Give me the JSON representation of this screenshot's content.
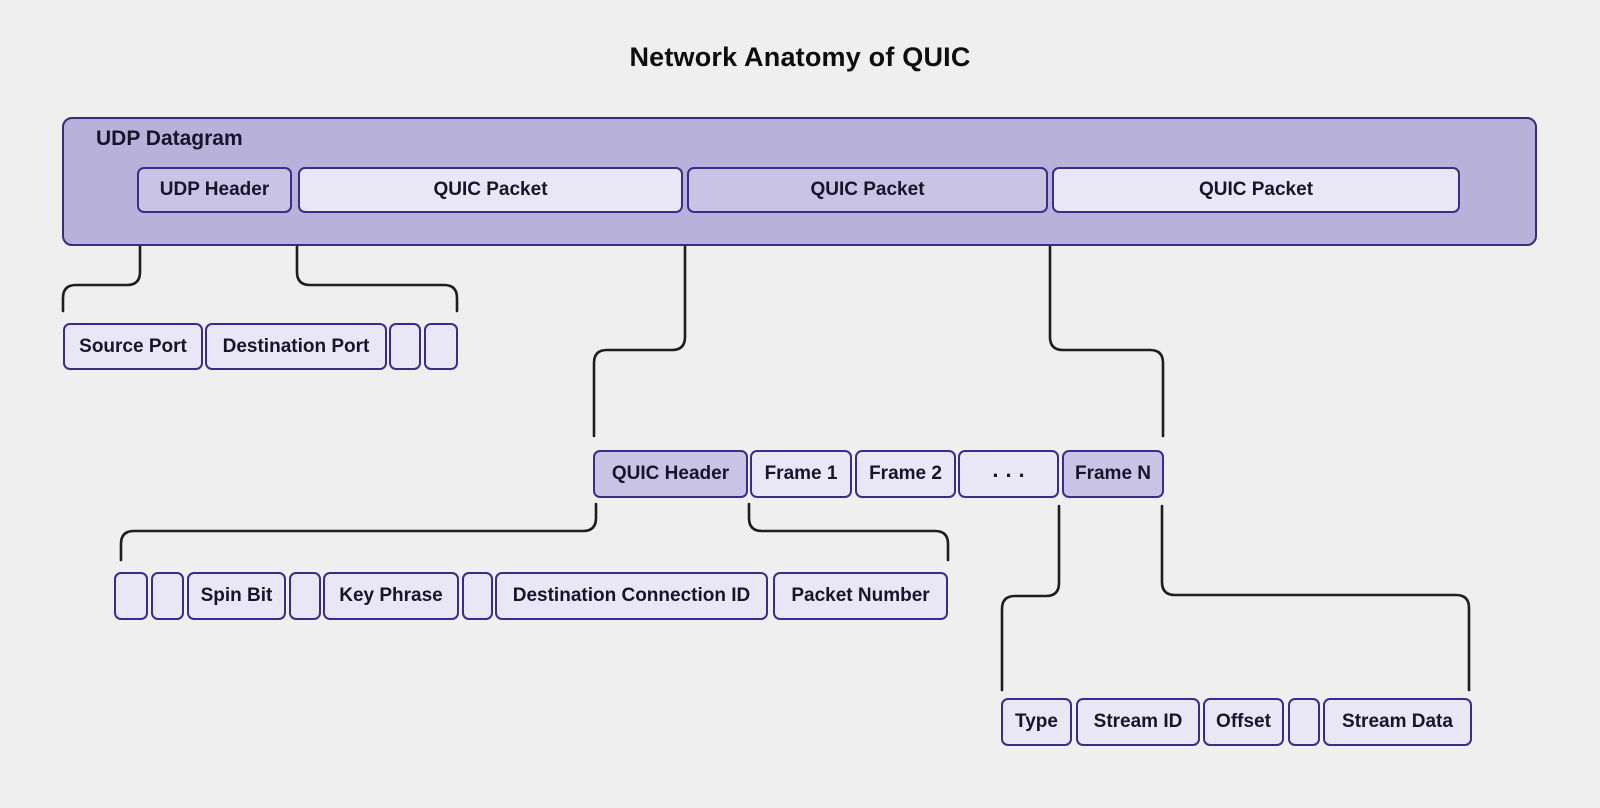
{
  "title": "Network Anatomy of QUIC",
  "colors": {
    "background": "#efeff0",
    "container_fill": "#b8b2db",
    "container_border": "#372c7e",
    "box_fill_medium": "#c9c4e6",
    "box_fill_light": "#e9e7f5",
    "box_border": "#3a2d8a",
    "connector": "#1e1e1e",
    "text": "#17142b"
  },
  "udp_datagram": {
    "label": "UDP Datagram",
    "cells": [
      {
        "label": "UDP Header"
      },
      {
        "label": "QUIC Packet"
      },
      {
        "label": "QUIC Packet"
      },
      {
        "label": "QUIC Packet"
      }
    ]
  },
  "udp_header_fields": {
    "cells": [
      {
        "label": "Source Port"
      },
      {
        "label": "Destination Port"
      },
      {
        "label": ""
      },
      {
        "label": ""
      }
    ]
  },
  "quic_packet_fields": {
    "cells": [
      {
        "label": "QUIC Header"
      },
      {
        "label": "Frame 1"
      },
      {
        "label": "Frame 2"
      },
      {
        "label": "..."
      },
      {
        "label": "Frame N"
      }
    ]
  },
  "quic_header_fields": {
    "cells": [
      {
        "label": ""
      },
      {
        "label": ""
      },
      {
        "label": "Spin Bit"
      },
      {
        "label": ""
      },
      {
        "label": "Key Phrase"
      },
      {
        "label": ""
      },
      {
        "label": "Destination Connection ID"
      },
      {
        "label": "Packet Number"
      }
    ]
  },
  "frame_fields": {
    "cells": [
      {
        "label": "Type"
      },
      {
        "label": "Stream ID"
      },
      {
        "label": "Offset"
      },
      {
        "label": ""
      },
      {
        "label": "Stream Data"
      }
    ]
  }
}
